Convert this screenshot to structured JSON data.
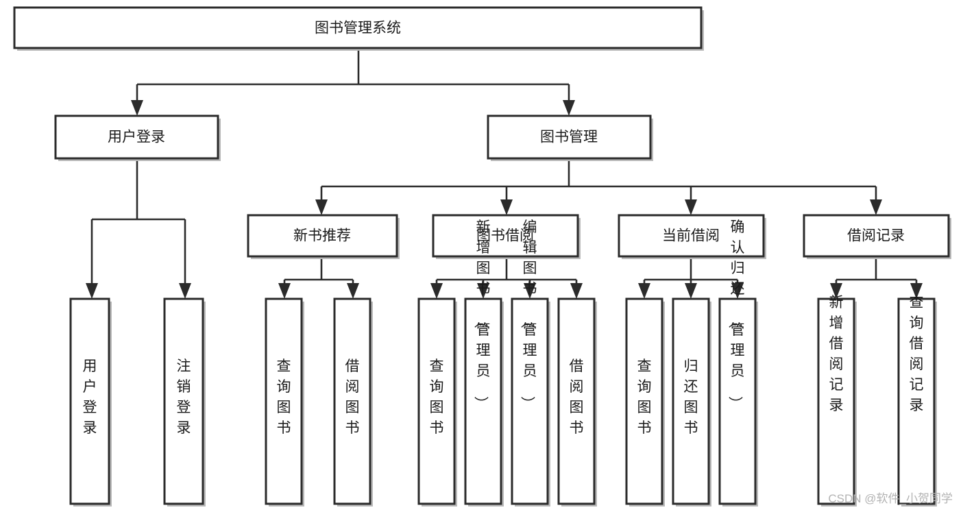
{
  "diagram": {
    "title": "图书管理系统",
    "type": "tree",
    "watermark": "CSDN @软件_小贺同学",
    "colors": {
      "box_border": "#2b2b2b",
      "box_fill": "#ffffff",
      "connector": "#2b2b2b",
      "text": "#1a1a1a",
      "watermark": "#b3b3b3",
      "shadow": "#b9b9b9",
      "background": "#ffffff"
    },
    "nodes": {
      "root": {
        "label": "图书管理系统"
      },
      "level2": [
        {
          "label": "用户登录"
        },
        {
          "label": "图书管理"
        }
      ],
      "level3": [
        {
          "label": "新书推荐"
        },
        {
          "label": "图书借阅"
        },
        {
          "label": "当前借阅"
        },
        {
          "label": "借阅记录"
        }
      ],
      "leaves": {
        "user_login": [
          {
            "label": "用户登录"
          },
          {
            "label": "注销登录"
          }
        ],
        "new_book": [
          {
            "label": "查询图书"
          },
          {
            "label": "借阅图书"
          }
        ],
        "book_borrow": [
          {
            "label": "查询图书"
          },
          {
            "label": "新增图书（管理员）"
          },
          {
            "label": "编辑图书（管理员）"
          },
          {
            "label": "借阅图书"
          }
        ],
        "current_borrow": [
          {
            "label": "查询图书"
          },
          {
            "label": "归还图书"
          },
          {
            "label": "确认归还（管理员）"
          }
        ],
        "borrow_record": [
          {
            "label": "新增借阅记录"
          },
          {
            "label": "查询借阅记录"
          }
        ]
      }
    }
  }
}
